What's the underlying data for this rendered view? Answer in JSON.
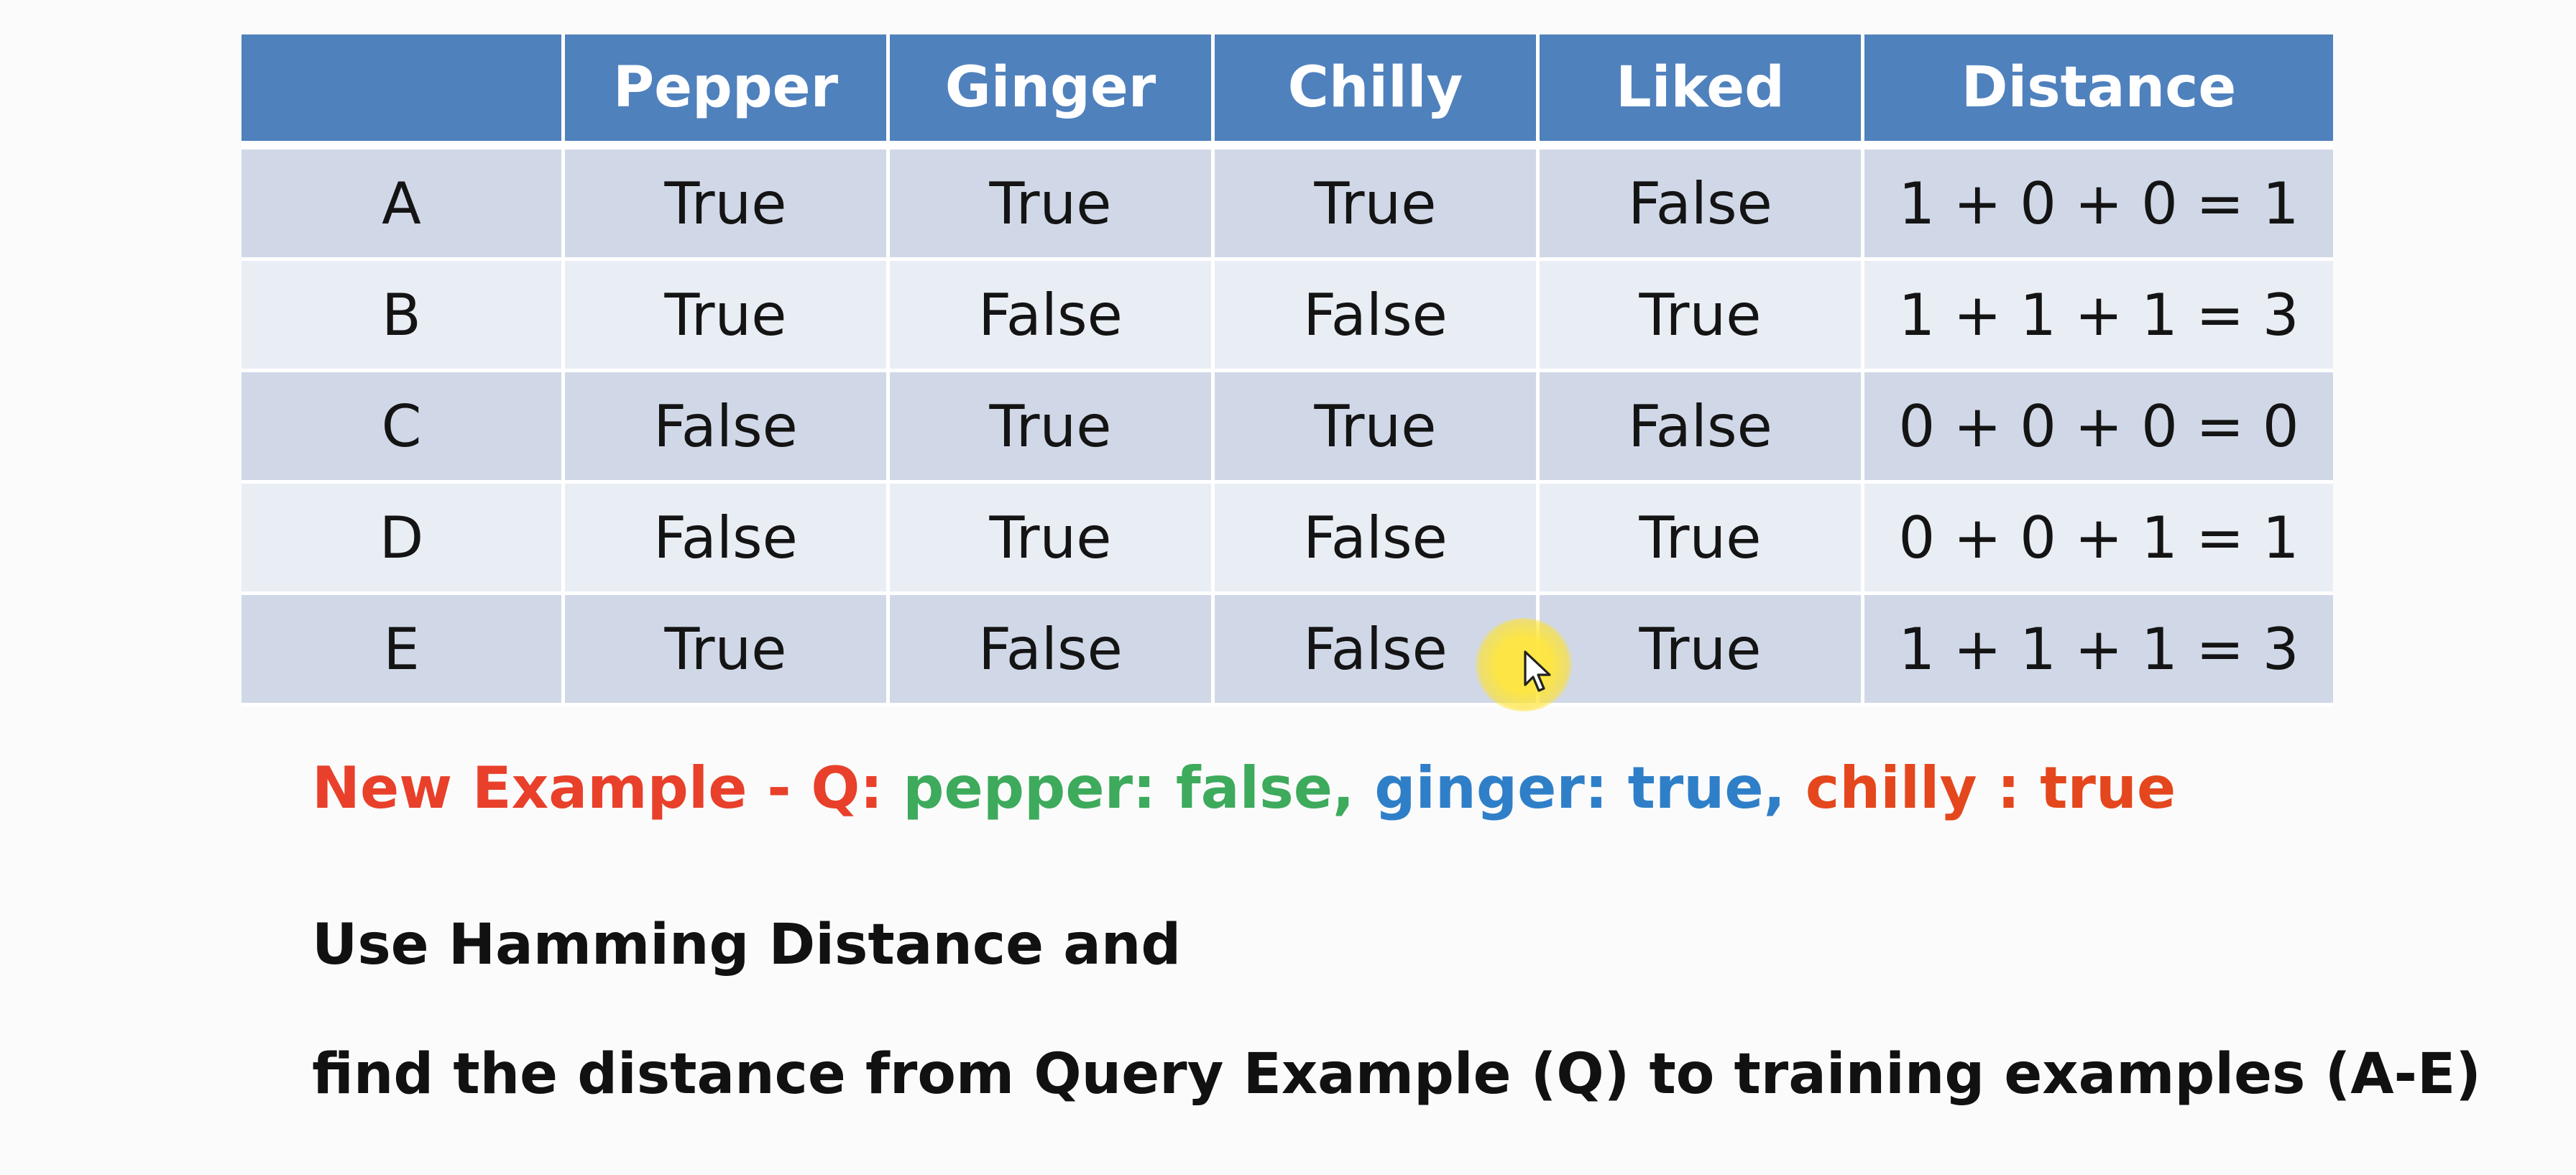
{
  "table": {
    "headers": [
      "",
      "Pepper",
      "Ginger",
      "Chilly",
      "Liked",
      "Distance"
    ],
    "rows": [
      [
        "A",
        "True",
        "True",
        "True",
        "False",
        "1 + 0 + 0 = 1"
      ],
      [
        "B",
        "True",
        "False",
        "False",
        "True",
        "1 + 1 + 1 = 3"
      ],
      [
        "C",
        "False",
        "True",
        "True",
        "False",
        "0 + 0 + 0 = 0"
      ],
      [
        "D",
        "False",
        "True",
        "False",
        "True",
        "0 + 0 + 1 = 1"
      ],
      [
        "E",
        "True",
        "False",
        "False",
        "True",
        "1 + 1 + 1 = 3"
      ]
    ]
  },
  "query": {
    "prefix": "New Example - Q: ",
    "pepper": "pepper: false, ",
    "ginger": "ginger: true, ",
    "chilly": "chilly : true"
  },
  "instructions": {
    "line1": "Use Hamming Distance and",
    "line2": "find the distance from Query Example (Q) to training examples (A-E)"
  },
  "colors": {
    "header_bg": "#4f81bd",
    "row_odd": "#d0d8e8",
    "row_even": "#e9edf4",
    "query_red": "#e8402a",
    "query_green": "#3daa5c",
    "query_blue": "#2f7fc8",
    "query_orange": "#e4471d",
    "cursor_highlight": "#ffe63c"
  }
}
